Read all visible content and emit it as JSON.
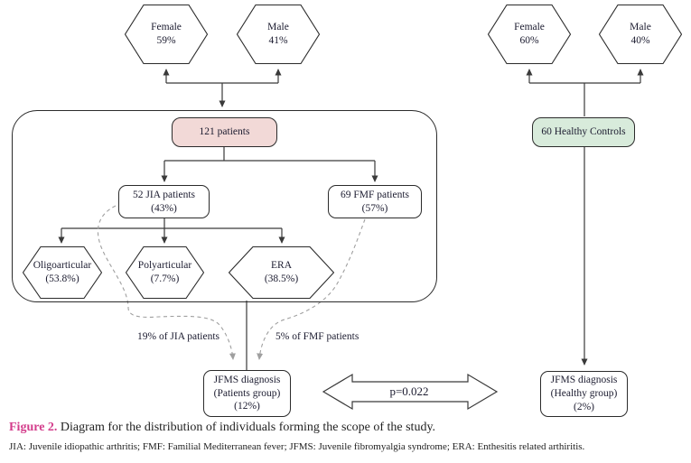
{
  "nodes": {
    "female_patients": {
      "lines": [
        "Female",
        "59%"
      ]
    },
    "male_patients": {
      "lines": [
        "Male",
        "41%"
      ]
    },
    "patients_total": {
      "label": "121 patients"
    },
    "jia": {
      "lines": [
        "52 JIA patients",
        "(43%)"
      ]
    },
    "fmf": {
      "lines": [
        "69 FMF patients",
        "(57%)"
      ]
    },
    "oligoarticular": {
      "lines": [
        "Oligoarticular",
        "(53.8%)"
      ]
    },
    "polyarticular": {
      "lines": [
        "Polyarticular",
        "(7.7%)"
      ]
    },
    "era": {
      "lines": [
        "ERA",
        "(38.5%)"
      ]
    },
    "jfms_patients": {
      "lines": [
        "JFMS diagnosis",
        "(Patients group)",
        "(12%)"
      ]
    },
    "female_healthy": {
      "lines": [
        "Female",
        "60%"
      ]
    },
    "male_healthy": {
      "lines": [
        "Male",
        "40%"
      ]
    },
    "healthy_total": {
      "label": "60 Healthy Controls"
    },
    "jfms_healthy": {
      "lines": [
        "JFMS diagnosis",
        "(Healthy group)",
        "(2%)"
      ]
    }
  },
  "edge_labels": {
    "jia_to_jfms": "19% of JIA patients",
    "fmf_to_jfms": "5% of FMF patients",
    "p_value": "p=0.022"
  },
  "caption": {
    "label": "Figure 2.",
    "text": "Diagram for the distribution of individuals forming the scope of the study."
  },
  "footnote": "JIA: Juvenile idiopathic arthritis; FMF: Familial Mediterranean fever; JFMS: Juvenile fibromyalgia syndrome; ERA: Enthesitis related arthiritis.",
  "colors": {
    "patients_fill": "#f2d9d7",
    "healthy_fill": "#d8ebdb",
    "figure_label": "#d33c8b",
    "line": "#3a3a3a",
    "dashed": "#9f9f9f",
    "text": "#1b1b2f"
  }
}
